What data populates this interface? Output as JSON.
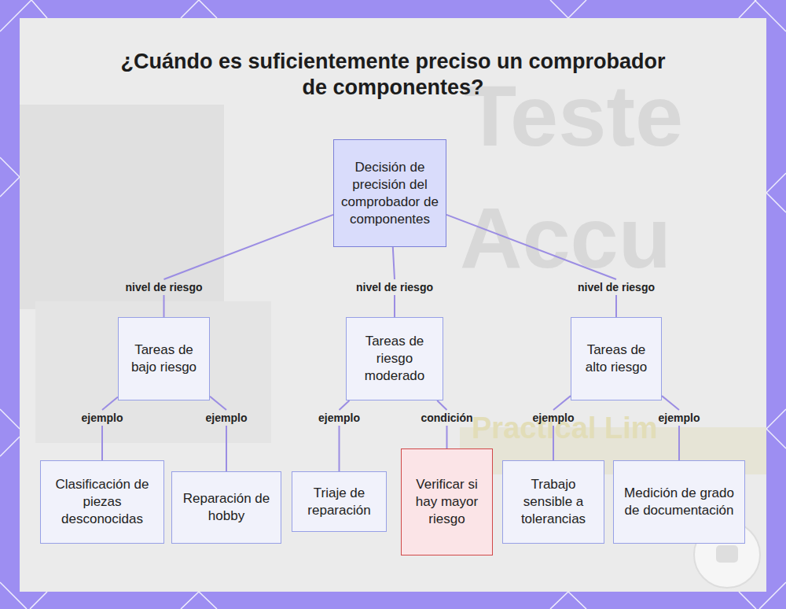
{
  "diagram": {
    "title": "¿Cuándo es suficientemente preciso un comprobador de componentes?",
    "nodes": [
      {
        "text": [
          "Decisión de precisión del comprobador de componentes"
        ]
      },
      {
        "text": [
          "Tareas de bajo riesgo"
        ]
      },
      {
        "text": [
          "Tareas de riesgo moderado"
        ]
      },
      {
        "text": [
          "Tareas de alto riesgo"
        ]
      },
      {
        "text": [
          "Clasificación de piezas desconocidas"
        ]
      },
      {
        "text": [
          "Reparación de hobby"
        ]
      },
      {
        "text": [
          "Triaje de reparación"
        ]
      },
      {
        "text": [
          "Verificar si hay mayor riesgo"
        ]
      },
      {
        "text": [
          "Trabajo sensible a tolerancias"
        ]
      },
      {
        "text": [
          "Medición de grado de documentación"
        ]
      }
    ],
    "edges": [
      {
        "from": 0,
        "to": 1,
        "label": "nivel de riesgo",
        "arrow": "none"
      },
      {
        "from": 0,
        "to": 2,
        "label": "nivel de riesgo",
        "arrow": "none"
      },
      {
        "from": 0,
        "to": 3,
        "label": "nivel de riesgo",
        "arrow": "none"
      },
      {
        "from": 1,
        "to": 4,
        "label": "ejemplo",
        "arrow": "none"
      },
      {
        "from": 1,
        "to": 5,
        "label": "ejemplo",
        "arrow": "none"
      },
      {
        "from": 2,
        "to": 6,
        "label": "ejemplo",
        "arrow": "none"
      },
      {
        "from": 2,
        "to": 7,
        "label": "condición",
        "arrow": "none"
      },
      {
        "from": 3,
        "to": 8,
        "label": "ejemplo",
        "arrow": "none"
      },
      {
        "from": 3,
        "to": 9,
        "label": "ejemplo",
        "arrow": "none"
      }
    ],
    "labels": [
      "Teste",
      "Accu",
      "Practical Lim"
    ]
  }
}
